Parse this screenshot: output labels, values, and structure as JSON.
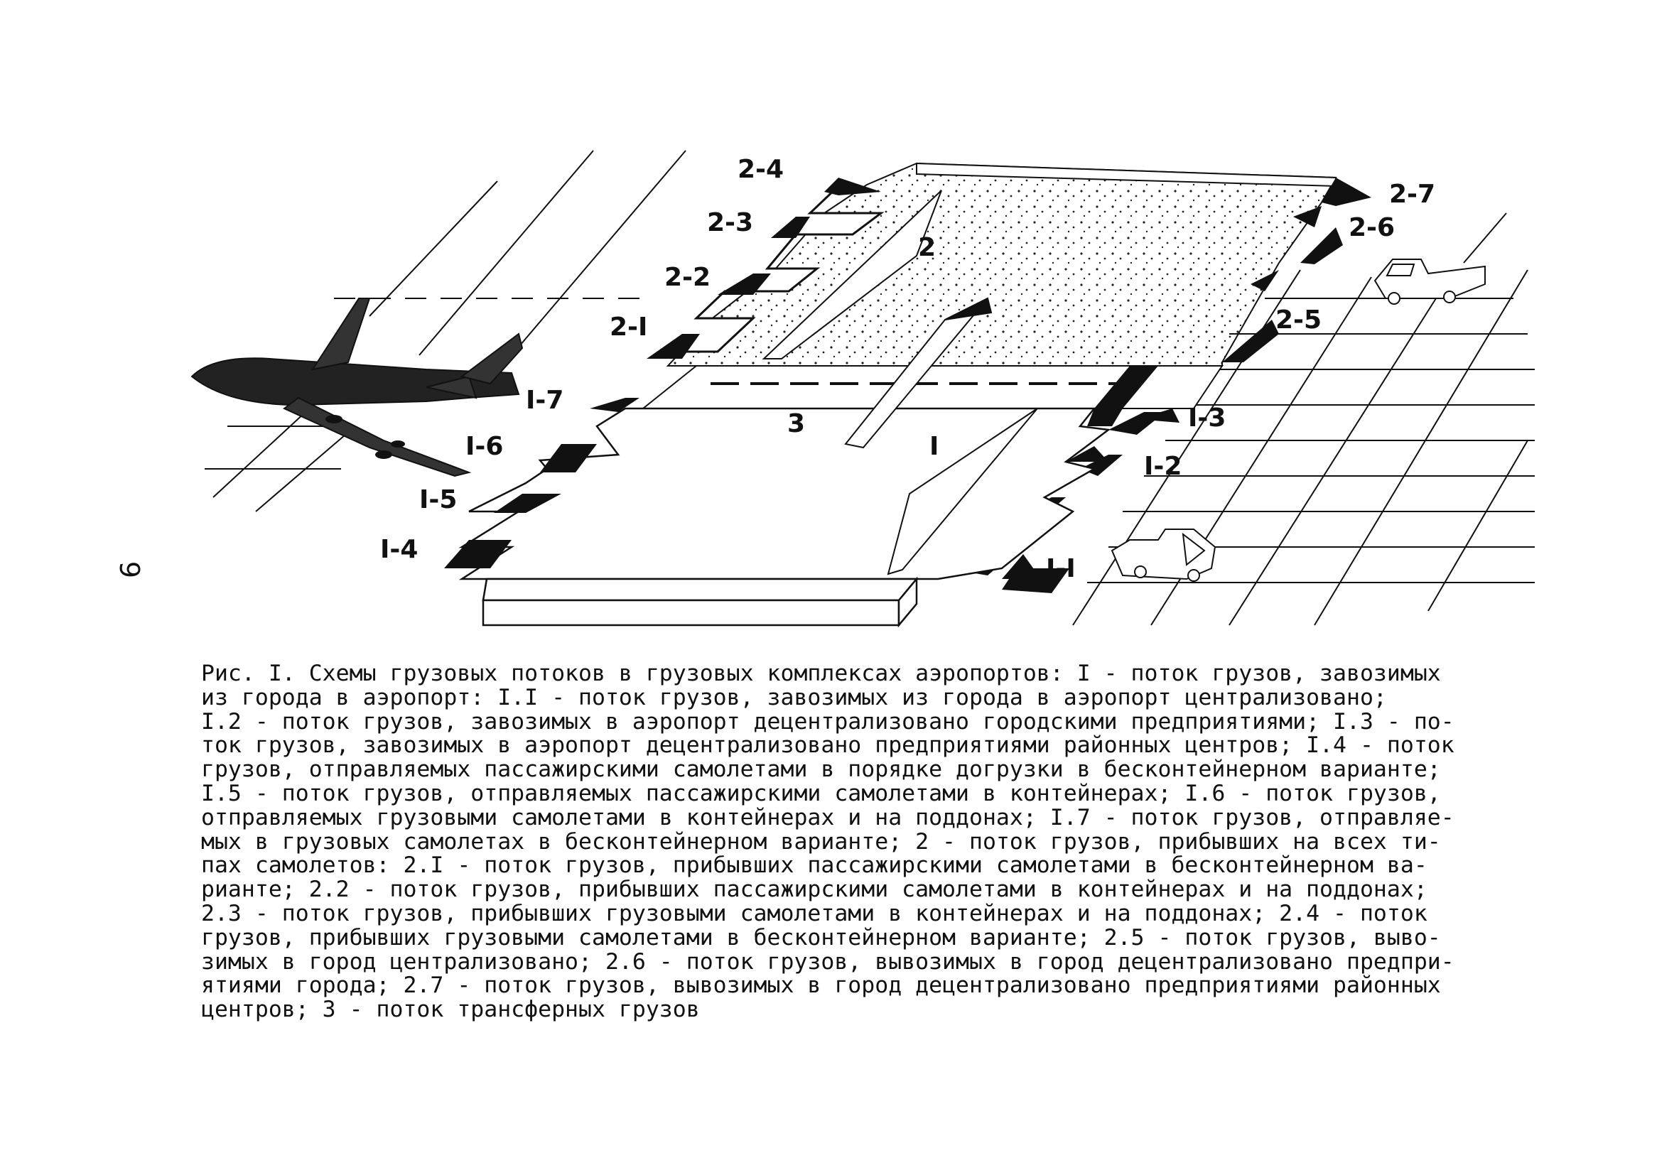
{
  "page_number": "9",
  "diagram": {
    "labels": {
      "l1_1": "I-I",
      "l1_2": "I-2",
      "l1_3": "I-3",
      "l1_4": "I-4",
      "l1_5": "I-5",
      "l1_6": "I-6",
      "l1_7": "I-7",
      "l2_1": "2-I",
      "l2_2": "2-2",
      "l2_3": "2-3",
      "l2_4": "2-4",
      "l2_5": "2-5",
      "l2_6": "2-6",
      "l2_7": "2-7",
      "flow1": "I",
      "flow2": "2",
      "flow3": "3"
    }
  },
  "caption": {
    "lines": [
      "Рис. I. Схемы грузовых потоков в грузовых комплексах аэропортов: I - поток грузов, завозимых",
      "из города в аэропорт: I.I - поток грузов, завозимых из города в аэропорт централизовано;",
      "I.2 - поток грузов, завозимых в аэропорт децентрализовано городскими предприятиями; I.3 - по-",
      "ток грузов, завозимых в аэропорт децентрализовано предприятиями районных центров; I.4 - поток",
      "грузов, отправляемых пассажирскими самолетами в порядке догрузки в бесконтейнерном варианте;",
      "I.5 - поток грузов, отправляемых пассажирскими самолетами в контейнерах; I.6 - поток грузов,",
      "отправляемых грузовыми самолетами в контейнерах и на поддонах; I.7 - поток грузов, отправляе-",
      "мых в грузовых самолетах в бесконтейнерном варианте; 2 - поток грузов, прибывших на всех ти-",
      "пах самолетов: 2.I - поток грузов, прибывших пассажирскими самолетами в бесконтейнерном ва-",
      "рианте; 2.2 - поток грузов, прибывших пассажирскими самолетами в контейнерах и на поддонах;",
      "2.3 - поток грузов, прибывших грузовыми самолетами в контейнерах и на поддонах; 2.4 - поток",
      "грузов, прибывших грузовыми самолетами в бесконтейнерном варианте; 2.5 - поток грузов, выво-",
      "зимых в город централизовано; 2.6 - поток грузов, вывозимых в город децентрализовано предпри-",
      "ятиями города; 2.7 - поток грузов, вывозимых в город децентрализовано предприятиями районных",
      "центров; 3 - поток трансферных грузов"
    ]
  }
}
